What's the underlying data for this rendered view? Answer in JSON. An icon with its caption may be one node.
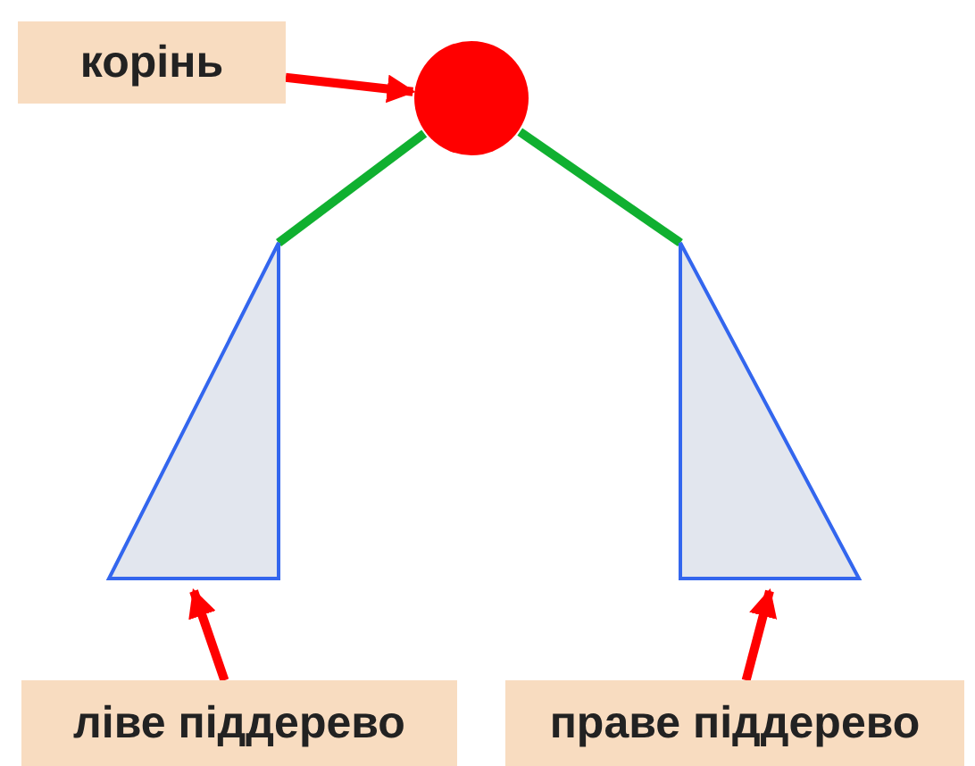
{
  "diagram": {
    "nodes": [
      {
        "text": [
          "корінь"
        ]
      },
      {
        "text": [],
        "shape": "circle"
      },
      {
        "text": [],
        "shape": "triangle"
      },
      {
        "text": [],
        "shape": "triangle"
      },
      {
        "text": [
          "ліве піддерево"
        ]
      },
      {
        "text": [
          "праве піддерево"
        ]
      }
    ],
    "edges": [
      {
        "from": 0,
        "to": 1,
        "arrow": "to"
      },
      {
        "from": 1,
        "to": 2,
        "arrow": "none",
        "color": "#10b030"
      },
      {
        "from": 1,
        "to": 3,
        "arrow": "none",
        "color": "#10b030"
      },
      {
        "from": 4,
        "to": 2,
        "arrow": "to"
      },
      {
        "from": 5,
        "to": 3,
        "arrow": "to"
      }
    ]
  }
}
